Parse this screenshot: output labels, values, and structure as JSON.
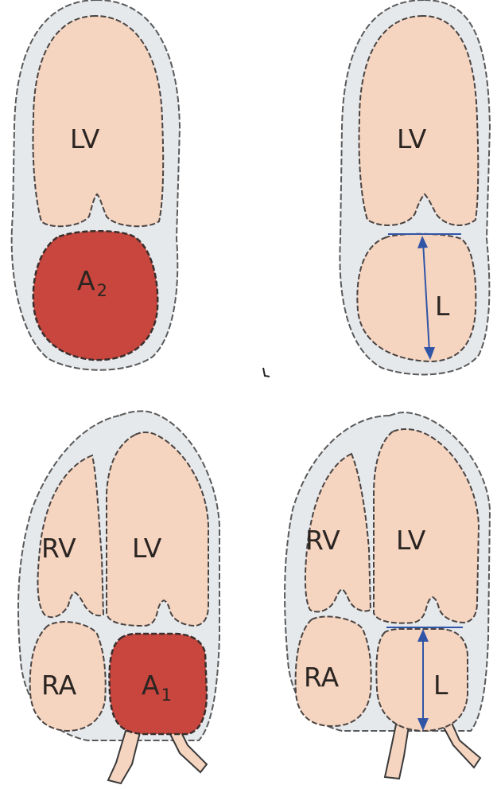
{
  "panels": {
    "top_left": {
      "lv": "LV",
      "atrium_base": "A",
      "atrium_sub": "2"
    },
    "top_right": {
      "lv": "LV",
      "length": "L"
    },
    "bottom_left": {
      "rv": "RV",
      "lv": "LV",
      "ra": "RA",
      "atrium_base": "A",
      "atrium_sub": "1"
    },
    "bottom_right": {
      "rv": "RV",
      "lv": "LV",
      "ra": "RA",
      "length": "L"
    }
  },
  "colors": {
    "chamber_fill": "#f5d4c0",
    "highlight_fill": "#c8463d",
    "wall_fill": "#e6e9ec",
    "measure_line": "#3155a6"
  }
}
